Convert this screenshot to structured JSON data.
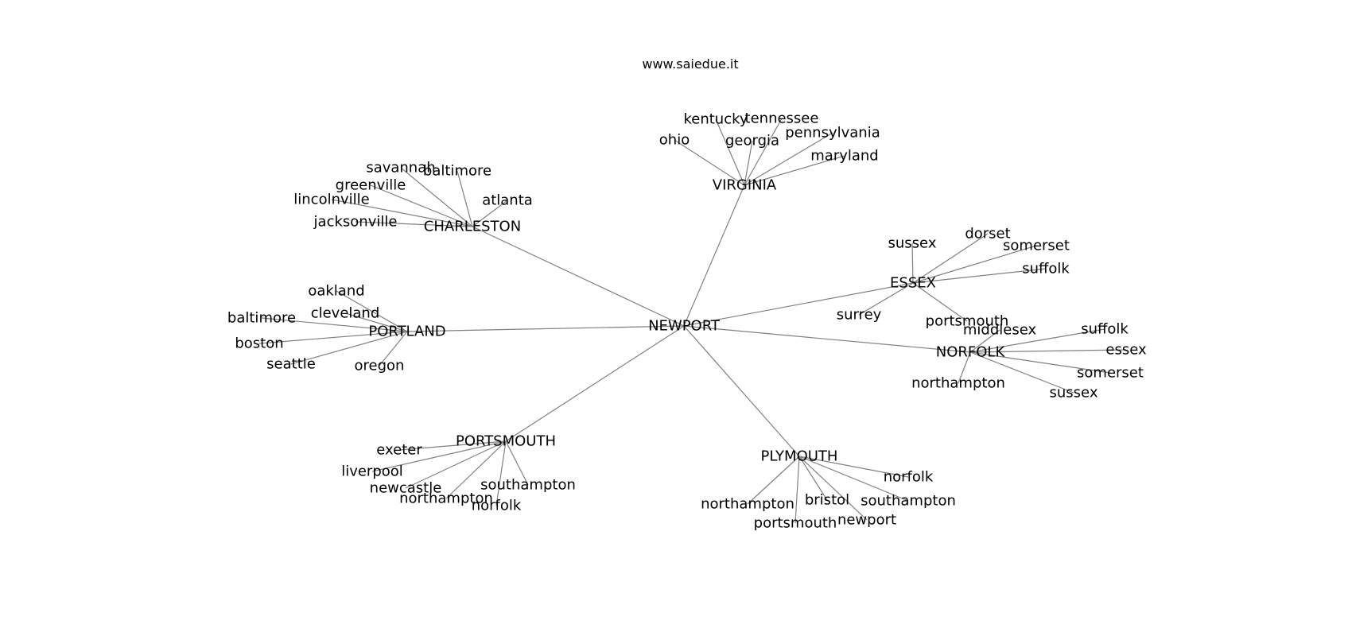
{
  "watermark": "www.saiedue.it",
  "graph": {
    "root": "NEWPORT",
    "hubs": [
      {
        "name": "VIRGINIA",
        "leaves": [
          "ohio",
          "kentucky",
          "georgia",
          "tennessee",
          "pennsylvania",
          "maryland"
        ]
      },
      {
        "name": "CHARLESTON",
        "leaves": [
          "savannah",
          "baltimore",
          "greenville",
          "lincolnville",
          "jacksonville",
          "atlanta"
        ]
      },
      {
        "name": "ESSEX",
        "leaves": [
          "sussex",
          "dorset",
          "somerset",
          "suffolk",
          "surrey",
          "portsmouth"
        ]
      },
      {
        "name": "PORTLAND",
        "leaves": [
          "oakland",
          "cleveland",
          "baltimore",
          "boston",
          "seattle",
          "oregon"
        ]
      },
      {
        "name": "NORFOLK",
        "leaves": [
          "middlesex",
          "suffolk",
          "essex",
          "somerset",
          "sussex",
          "northampton"
        ]
      },
      {
        "name": "PORTSMOUTH",
        "leaves": [
          "exeter",
          "liverpool",
          "newcastle",
          "northampton",
          "norfolk",
          "southampton"
        ]
      },
      {
        "name": "PLYMOUTH",
        "leaves": [
          "norfolk",
          "bristol",
          "southampton",
          "newport",
          "portsmouth",
          "northampton"
        ]
      }
    ]
  }
}
